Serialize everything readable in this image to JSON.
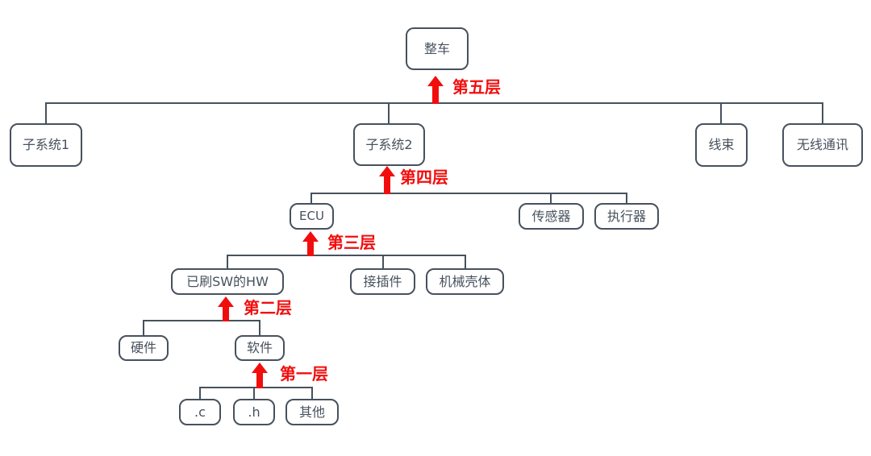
{
  "tree": {
    "label": "整车",
    "children": [
      {
        "label": "子系统1",
        "children": []
      },
      {
        "label": "子系统2",
        "children": [
          {
            "label": "ECU",
            "children": [
              {
                "label": "已刷SW的HW",
                "children": [
                  {
                    "label": "硬件",
                    "children": []
                  },
                  {
                    "label": "软件",
                    "children": [
                      {
                        "label": ".c",
                        "children": []
                      },
                      {
                        "label": ".h",
                        "children": []
                      },
                      {
                        "label": "其他",
                        "children": []
                      }
                    ]
                  }
                ]
              },
              {
                "label": "接插件",
                "children": []
              },
              {
                "label": "机械壳体",
                "children": []
              }
            ]
          },
          {
            "label": "传感器",
            "children": []
          },
          {
            "label": "执行器",
            "children": []
          }
        ]
      },
      {
        "label": "线束",
        "children": []
      },
      {
        "label": "无线通讯",
        "children": []
      }
    ]
  },
  "layers": [
    {
      "label": "第五层"
    },
    {
      "label": "第四层"
    },
    {
      "label": "第三层"
    },
    {
      "label": "第二层"
    },
    {
      "label": "第一层"
    }
  ],
  "colors": {
    "background": "#ffffff",
    "box_border": "#47515d",
    "box_text": "#47515d",
    "connector_line": "#47515d",
    "arrow": "#f20d0d",
    "layer_label": "#f20d0d"
  }
}
